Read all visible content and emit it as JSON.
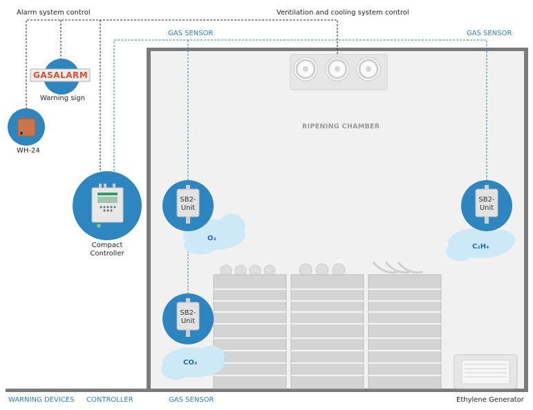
{
  "top_labels": {
    "alarm": "Alarm system control",
    "ventilation": "Ventilation and cooling system control",
    "gas_sensor_left": "GAS SENSOR",
    "gas_sensor_right": "GAS SENSOR"
  },
  "devices": {
    "gasalarm_text": "GASALARM",
    "warning_sign": "Warning sign",
    "wh24": "WH-24",
    "controller_line1": "Compact",
    "controller_line2": "Controller"
  },
  "chamber": {
    "title": "RIPENING CHAMBER"
  },
  "sensors": [
    {
      "line1": "SB2-",
      "line2": "Unit",
      "gas": "O₂"
    },
    {
      "line1": "SB2-",
      "line2": "Unit",
      "gas": "C₂H₄"
    },
    {
      "line1": "SB2-",
      "line2": "Unit",
      "gas": "CO₂"
    }
  ],
  "bottom_labels": {
    "warning_devices": "WARNING DEVICES",
    "controller": "CONTROLLER",
    "gas_sensor": "GAS SENSOR",
    "ethylene": "Ethylene Generator"
  },
  "colors": {
    "circle": "#2e86c1",
    "cloud": "#cde8f7",
    "wall": "#7a7a7a",
    "chamber_fill": "#f1f1f1",
    "label_blue": "#2a7fb8"
  }
}
